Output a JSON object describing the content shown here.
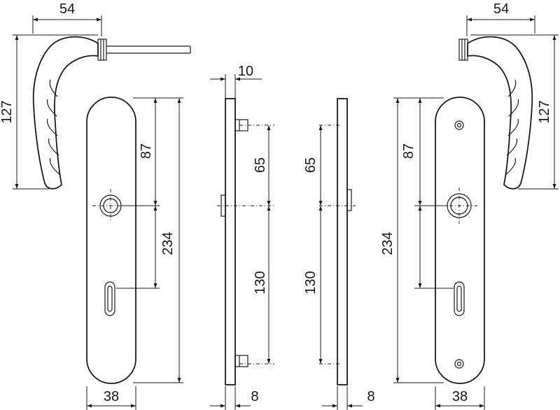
{
  "dimensions": {
    "handle_left_width": "54",
    "handle_right_width": "54",
    "handle_left_height": "127",
    "handle_right_height": "127",
    "plate_left_upper": "87",
    "plate_right_upper": "87",
    "plate_left_length": "234",
    "plate_right_length": "234",
    "plate_left_width": "38",
    "plate_right_width": "38",
    "side_left_offset": "10",
    "side_left_upper": "65",
    "side_right_upper": "65",
    "side_left_lower": "130",
    "side_right_lower": "130",
    "side_left_thickness": "8",
    "side_right_thickness": "8"
  }
}
